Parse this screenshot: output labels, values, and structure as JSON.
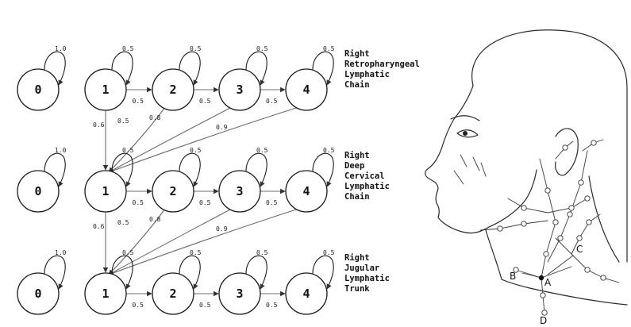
{
  "node_labels": [
    "0",
    "1",
    "2",
    "3",
    "4"
  ],
  "chains": [
    {
      "title_lines": [
        "Right",
        "Retropharyngeal",
        "Lymphatic",
        "Chain"
      ],
      "self_loops": [
        "1.0",
        "0.5",
        "0.5",
        "0.5",
        "0.5"
      ],
      "forward": [
        "0.5",
        "0.5",
        "0.5"
      ],
      "down_from_1": "0.6",
      "to_next_chain": [
        "0.5",
        "0.8",
        "0.9"
      ]
    },
    {
      "title_lines": [
        "Right",
        "Deep",
        "Cervical",
        "Lymphatic",
        "Chain"
      ],
      "self_loops": [
        "1.0",
        "0.5",
        "0.5",
        "0.5",
        "0.5"
      ],
      "forward": [
        "0.5",
        "0.5",
        "0.5"
      ],
      "down_from_1": "0.6",
      "to_next_chain": [
        "0.5",
        "0.8",
        "0.9"
      ]
    },
    {
      "title_lines": [
        "Right",
        "Jugular",
        "Lymphatic",
        "Trunk"
      ],
      "self_loops": [
        "1.0",
        "0.5",
        "0.5",
        "0.5",
        "0.5"
      ],
      "forward": [
        "0.5",
        "0.5",
        "0.5"
      ]
    }
  ],
  "anatomy": {
    "point_labels": [
      "A",
      "B",
      "C",
      "D"
    ]
  },
  "colors": {
    "ink": "#1a1a1a",
    "edge": "#6b6b6b"
  }
}
